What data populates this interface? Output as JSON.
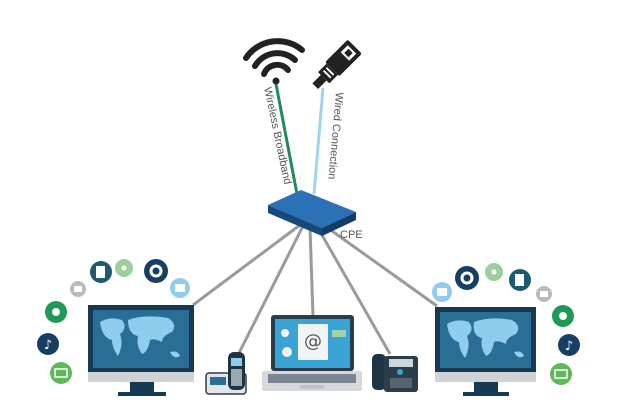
{
  "labels": {
    "wireless": "Wireless Broadband",
    "wired": "Wired Connection",
    "cpe": "CPE"
  },
  "colors": {
    "wireless_line": "#1f8a5c",
    "wired_line": "#9fd3ee",
    "cpe_box": "#1f5f9e",
    "link_line": "#9a9a9a",
    "monitor_frame": "#173a52",
    "monitor_screen": "#2a6d95",
    "map": "#8fcdee"
  },
  "icons": [
    "wifi-icon",
    "ethernet-plug-icon",
    "cpe-router-icon",
    "desktop-monitor-icon",
    "cordless-phone-icon",
    "laptop-icon",
    "desk-phone-icon",
    "edit-icon",
    "share-icon",
    "gear-icon",
    "video-icon",
    "briefcase-icon",
    "phone-call-icon",
    "music-icon",
    "mail-icon"
  ]
}
